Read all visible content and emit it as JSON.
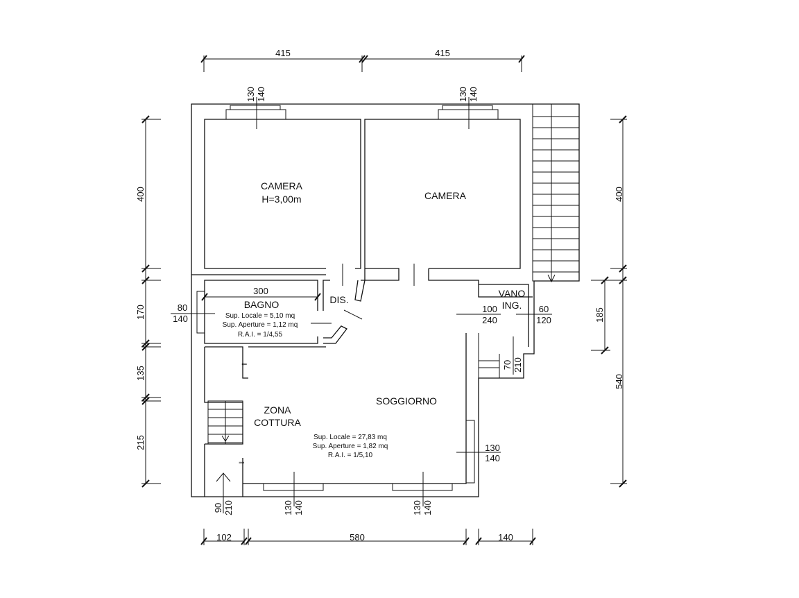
{
  "rooms": {
    "camera_left": {
      "label": "CAMERA",
      "height": "H=3,00m"
    },
    "camera_right": {
      "label": "CAMERA"
    },
    "bagno": {
      "label": "BAGNO",
      "sup_locale": "Sup. Locale = 5,10 mq",
      "sup_aperture": "Sup. Aperture = 1,12 mq",
      "rai": "R.A.I. = 1/4,55"
    },
    "dis": {
      "label": "DIS."
    },
    "vano": {
      "label_line1": "VANO",
      "label_line2": "ING."
    },
    "zona_cottura": {
      "label_line1": "ZONA",
      "label_line2": "COTTURA"
    },
    "soggiorno": {
      "label": "SOGGIORNO",
      "sup_locale": "Sup. Locale = 27,83 mq",
      "sup_aperture": "Sup. Aperture = 1,82 mq",
      "rai": "R.A.I. = 1/5,10"
    }
  },
  "dimensions": {
    "top": [
      "415",
      "415"
    ],
    "bottom": [
      "102",
      "580",
      "140"
    ],
    "left": [
      "400",
      "170",
      "135",
      "215"
    ],
    "right": [
      "400",
      "185",
      "540"
    ],
    "bagno_width": "300"
  },
  "openings": {
    "camera_left_window": {
      "top": "130",
      "bottom": "140"
    },
    "camera_right_window": {
      "top": "130",
      "bottom": "140"
    },
    "bagno_window": {
      "top": "80",
      "bottom": "140"
    },
    "dis_door": {
      "top": "100",
      "bottom": "240"
    },
    "vano_door": {
      "top": "60",
      "bottom": "120"
    },
    "stair_door": {
      "top": "70",
      "bottom": "210"
    },
    "soggiorno_window_right": {
      "top": "130",
      "bottom": "140"
    },
    "zona_door": {
      "top": "90",
      "bottom": "210"
    },
    "bottom_window_left": {
      "top": "130",
      "bottom": "140"
    },
    "bottom_window_right": {
      "top": "130",
      "bottom": "140"
    }
  }
}
